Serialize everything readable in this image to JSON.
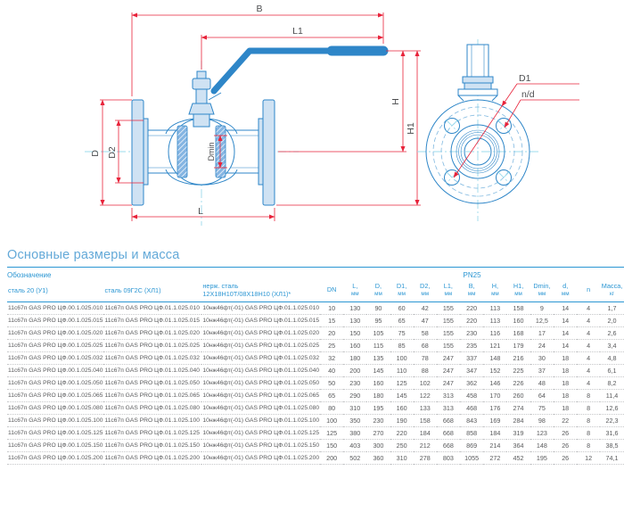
{
  "page": {
    "title": "Основные размеры и масса"
  },
  "colors": {
    "accent": "#2b96d3",
    "title": "#63a9d8",
    "dimension-red": "#e8233a",
    "drawing-blue": "#2e86c8",
    "drawing-fill": "#cfe2f3",
    "centerline": "#9bdbec",
    "body-text": "#58595b"
  },
  "drawing": {
    "labels": {
      "b": "B",
      "l1": "L1",
      "h": "H",
      "h1": "H1",
      "d": "D",
      "d2": "D2",
      "dmin": "Dmin",
      "l": "L",
      "d1": "D1",
      "nd": "n/d"
    }
  },
  "table": {
    "header": {
      "designation": "Обозначение",
      "pn": "PN25",
      "materials": [
        "сталь 20 (У1)",
        "сталь 09Г2С (ХЛ1)",
        "нерж. сталь\n12Х18Н10Т/08Х18Н10 (ХЛ1)*"
      ],
      "dims": [
        {
          "key": "dn",
          "label": "DN",
          "unit": ""
        },
        {
          "key": "l",
          "label": "L,",
          "unit": "мм"
        },
        {
          "key": "d",
          "label": "D,",
          "unit": "мм"
        },
        {
          "key": "d1",
          "label": "D1,",
          "unit": "мм"
        },
        {
          "key": "d2",
          "label": "D2,",
          "unit": "мм"
        },
        {
          "key": "l1",
          "label": "L1,",
          "unit": "мм"
        },
        {
          "key": "b",
          "label": "B,",
          "unit": "мм"
        },
        {
          "key": "h",
          "label": "H,",
          "unit": "мм"
        },
        {
          "key": "h1",
          "label": "H1,",
          "unit": "мм"
        },
        {
          "key": "dmin",
          "label": "Dmin,",
          "unit": "мм"
        },
        {
          "key": "d-bolt",
          "label": "d,",
          "unit": "мм"
        },
        {
          "key": "n",
          "label": "n",
          "unit": ""
        },
        {
          "key": "mass",
          "label": "Масса,",
          "unit": "кг"
        }
      ]
    },
    "rows": [
      {
        "steel20": "11с67п GAS PRO ЦФ.00.1.025.010",
        "steel09g2s": "11с67п GAS PRO ЦФ.01.1.025.010",
        "stainless": "10нж46фт(-01) GAS PRO ЦФ.01.1.025.010",
        "values": [
          "10",
          "130",
          "90",
          "60",
          "42",
          "155",
          "220",
          "113",
          "158",
          "9",
          "14",
          "4",
          "1,7"
        ]
      },
      {
        "steel20": "11с67п GAS PRO ЦФ.00.1.025.015",
        "steel09g2s": "11с67п GAS PRO ЦФ.01.1.025.015",
        "stainless": "10нж46фт(-01) GAS PRO ЦФ.01.1.025.015",
        "values": [
          "15",
          "130",
          "95",
          "65",
          "47",
          "155",
          "220",
          "113",
          "160",
          "12,5",
          "14",
          "4",
          "2,0"
        ]
      },
      {
        "steel20": "11с67п GAS PRO ЦФ.00.1.025.020",
        "steel09g2s": "11с67п GAS PRO ЦФ.01.1.025.020",
        "stainless": "10нж46фт(-01) GAS PRO ЦФ.01.1.025.020",
        "values": [
          "20",
          "150",
          "105",
          "75",
          "58",
          "155",
          "230",
          "116",
          "168",
          "17",
          "14",
          "4",
          "2,6"
        ]
      },
      {
        "steel20": "11с67п GAS PRO ЦФ.00.1.025.025",
        "steel09g2s": "11с67п GAS PRO ЦФ.01.1.025.025",
        "stainless": "10нж46фт(-01) GAS PRO ЦФ.01.1.025.025",
        "values": [
          "25",
          "160",
          "115",
          "85",
          "68",
          "155",
          "235",
          "121",
          "179",
          "24",
          "14",
          "4",
          "3,4"
        ]
      },
      {
        "steel20": "11с67п GAS PRO ЦФ.00.1.025.032",
        "steel09g2s": "11с67п GAS PRO ЦФ.01.1.025.032",
        "stainless": "10нж46фт(-01) GAS PRO ЦФ.01.1.025.032",
        "values": [
          "32",
          "180",
          "135",
          "100",
          "78",
          "247",
          "337",
          "148",
          "216",
          "30",
          "18",
          "4",
          "4,8"
        ]
      },
      {
        "steel20": "11с67п GAS PRO ЦФ.00.1.025.040",
        "steel09g2s": "11с67п GAS PRO ЦФ.01.1.025.040",
        "stainless": "10нж46фт(-01) GAS PRO ЦФ.01.1.025.040",
        "values": [
          "40",
          "200",
          "145",
          "110",
          "88",
          "247",
          "347",
          "152",
          "225",
          "37",
          "18",
          "4",
          "6,1"
        ]
      },
      {
        "steel20": "11с67п GAS PRO ЦФ.00.1.025.050",
        "steel09g2s": "11с67п GAS PRO ЦФ.01.1.025.050",
        "stainless": "10нж46фт(-01) GAS PRO ЦФ.01.1.025.050",
        "values": [
          "50",
          "230",
          "160",
          "125",
          "102",
          "247",
          "362",
          "146",
          "226",
          "48",
          "18",
          "4",
          "8,2"
        ]
      },
      {
        "steel20": "11с67п GAS PRO ЦФ.00.1.025.065",
        "steel09g2s": "11с67п GAS PRO ЦФ.01.1.025.065",
        "stainless": "10нж46фт(-01) GAS PRO ЦФ.01.1.025.065",
        "values": [
          "65",
          "290",
          "180",
          "145",
          "122",
          "313",
          "458",
          "170",
          "260",
          "64",
          "18",
          "8",
          "11,4"
        ]
      },
      {
        "steel20": "11с67п GAS PRO ЦФ.00.1.025.080",
        "steel09g2s": "11с67п GAS PRO ЦФ.01.1.025.080",
        "stainless": "10нж46фт(-01) GAS PRO ЦФ.01.1.025.080",
        "values": [
          "80",
          "310",
          "195",
          "160",
          "133",
          "313",
          "468",
          "176",
          "274",
          "75",
          "18",
          "8",
          "12,6"
        ]
      },
      {
        "steel20": "11с67п GAS PRO ЦФ.00.1.025.100",
        "steel09g2s": "11с67п GAS PRO ЦФ.01.1.025.100",
        "stainless": "10нж46фт(-01) GAS PRO ЦФ.01.1.025.100",
        "values": [
          "100",
          "350",
          "230",
          "190",
          "158",
          "668",
          "843",
          "169",
          "284",
          "98",
          "22",
          "8",
          "22,3"
        ]
      },
      {
        "steel20": "11с67п GAS PRO ЦФ.00.1.025.125",
        "steel09g2s": "11с67п GAS PRO ЦФ.01.1.025.125",
        "stainless": "10нж46фт(-01) GAS PRO ЦФ.01.1.025.125",
        "values": [
          "125",
          "380",
          "270",
          "220",
          "184",
          "668",
          "858",
          "184",
          "319",
          "123",
          "26",
          "8",
          "31,6"
        ]
      },
      {
        "steel20": "11с67п GAS PRO ЦФ.00.1.025.150",
        "steel09g2s": "11с67п GAS PRO ЦФ.01.1.025.150",
        "stainless": "10нж46фт(-01) GAS PRO ЦФ.01.1.025.150",
        "values": [
          "150",
          "403",
          "300",
          "250",
          "212",
          "668",
          "869",
          "214",
          "364",
          "148",
          "26",
          "8",
          "38,5"
        ]
      },
      {
        "steel20": "11с67п GAS PRO ЦФ.00.1.025.200",
        "steel09g2s": "11с67п GAS PRO ЦФ.01.1.025.200",
        "stainless": "10нж46фт(-01) GAS PRO ЦФ.01.1.025.200",
        "values": [
          "200",
          "502",
          "360",
          "310",
          "278",
          "803",
          "1055",
          "272",
          "452",
          "195",
          "26",
          "12",
          "74,1"
        ]
      }
    ]
  }
}
